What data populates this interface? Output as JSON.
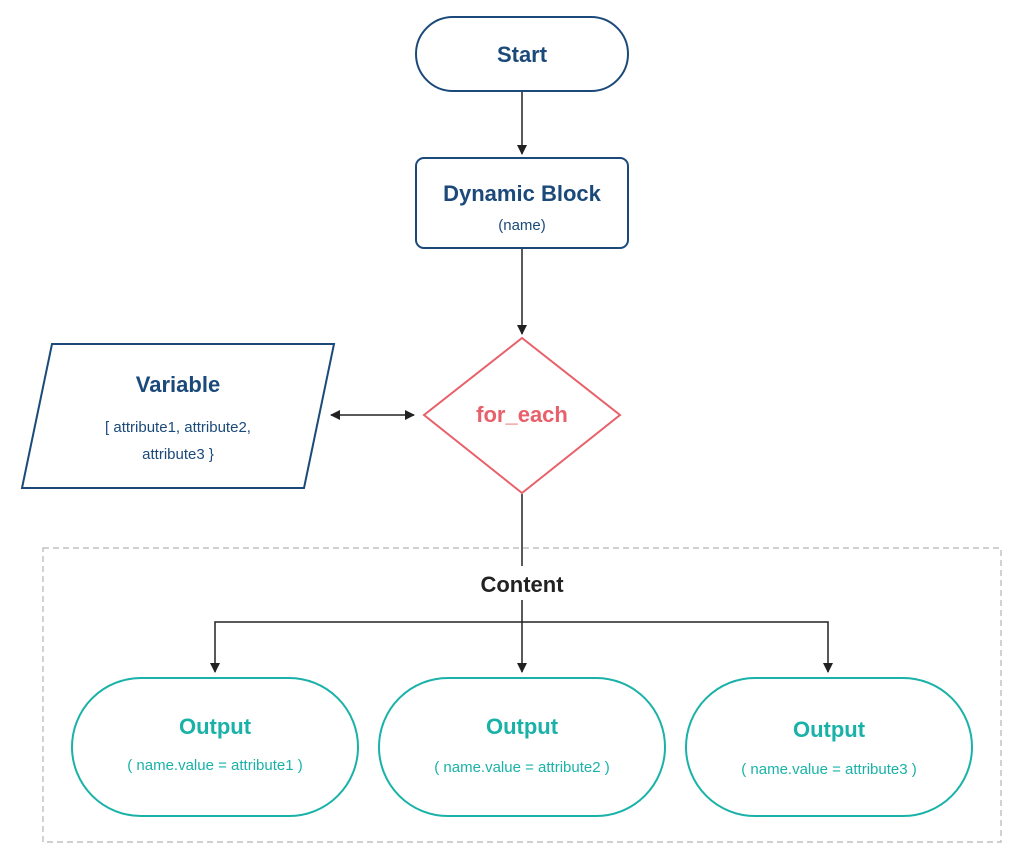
{
  "colors": {
    "navy": "#1b4a7a",
    "coral": "#e8606a",
    "teal": "#1ab2a8",
    "connector": "#222222",
    "container_border": "#b5b5b5"
  },
  "start": {
    "label": "Start"
  },
  "dynamic_block": {
    "title": "Dynamic Block",
    "subtitle": "(name)"
  },
  "variable": {
    "title": "Variable",
    "line1": "[ attribute1, attribute2,",
    "line2": "attribute3 }"
  },
  "decision": {
    "label": "for_each"
  },
  "content": {
    "label": "Content"
  },
  "outputs": [
    {
      "title": "Output",
      "detail": "( name.value = attribute1 )"
    },
    {
      "title": "Output",
      "detail": "( name.value = attribute2 )"
    },
    {
      "title": "Output",
      "detail": "( name.value = attribute3 )"
    }
  ]
}
